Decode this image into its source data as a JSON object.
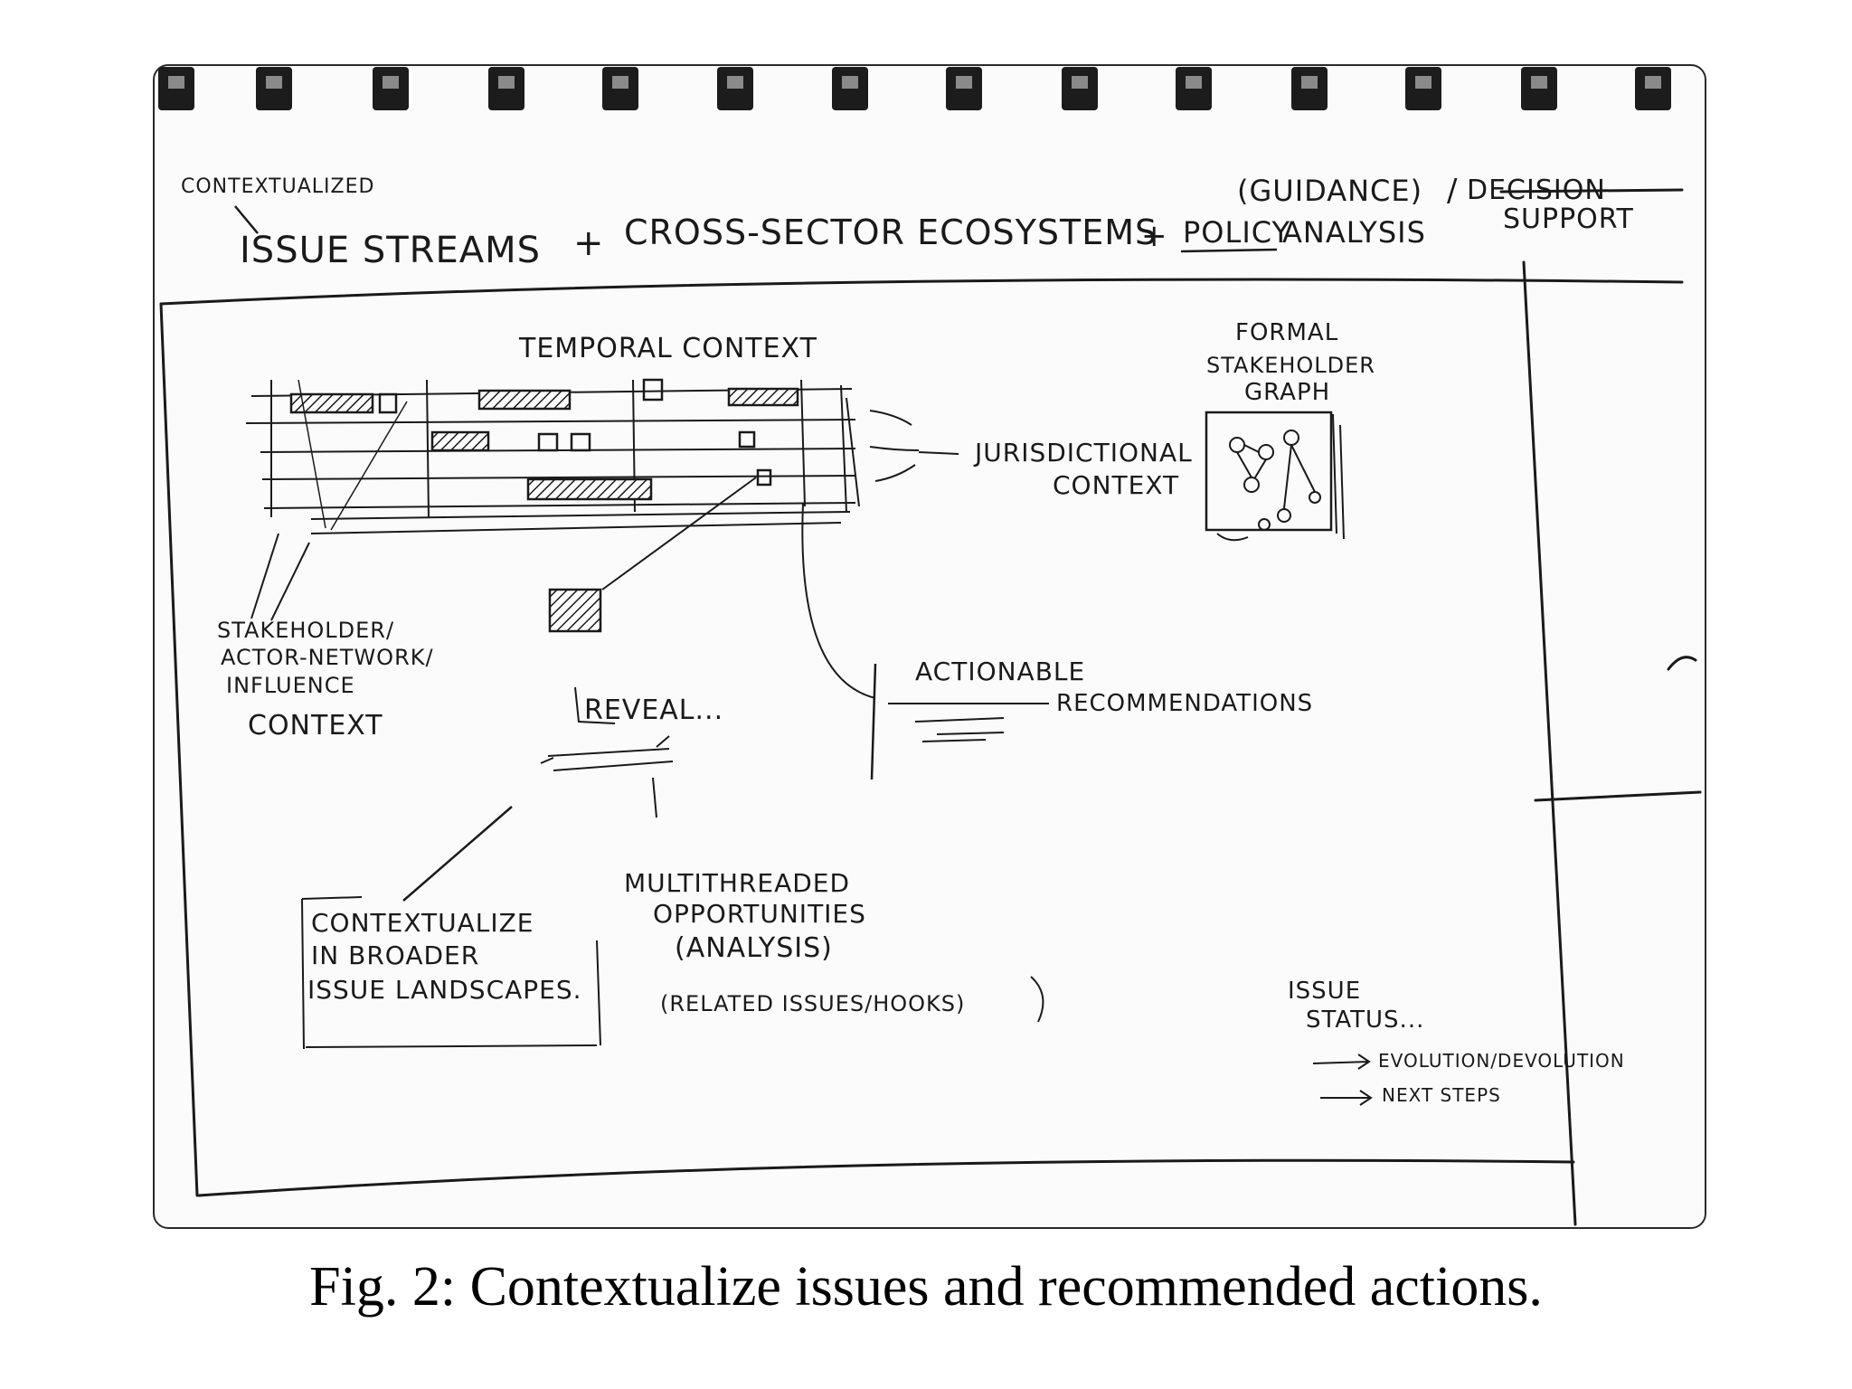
{
  "sketch": {
    "header": {
      "contextualized": "CONTEXTUALIZED",
      "issue_streams": "ISSUE STREAMS",
      "plus1": "+",
      "cross_sector": "CROSS-SECTOR ECOSYSTEMS",
      "plus2": "+",
      "policy": "POLICY",
      "analysis": "ANALYSIS",
      "guidance": "(GUIDANCE)",
      "slash": "/",
      "decision": "DECISION",
      "support": "SUPPORT"
    },
    "temporal_context": "TEMPORAL CONTEXT",
    "jurisdictional": [
      "JURISDICTIONAL",
      "CONTEXT"
    ],
    "formal_graph": [
      "FORMAL",
      "STAKEHOLDER",
      "GRAPH"
    ],
    "stakeholder_context": [
      "STAKEHOLDER/",
      "ACTOR-NETWORK/",
      "INFLUENCE",
      "CONTEXT"
    ],
    "reveal": "REVEAL...",
    "actionable": "ACTIONABLE",
    "recommendations": "RECOMMENDATIONS",
    "contextualize": [
      "CONTEXTUALIZE",
      "IN BROADER",
      "ISSUE LANDSCAPES."
    ],
    "multithreaded": [
      "MULTITHREADED",
      "OPPORTUNITIES",
      "(ANALYSIS)"
    ],
    "related": "(RELATED ISSUES/HOOKS)",
    "issue_status": [
      "ISSUE",
      "STATUS..."
    ],
    "evolution": "EVOLUTION/DEVOLUTION",
    "next_steps": "NEXT STEPS"
  },
  "caption": "Fig. 2: Contextualize issues and recommended actions."
}
